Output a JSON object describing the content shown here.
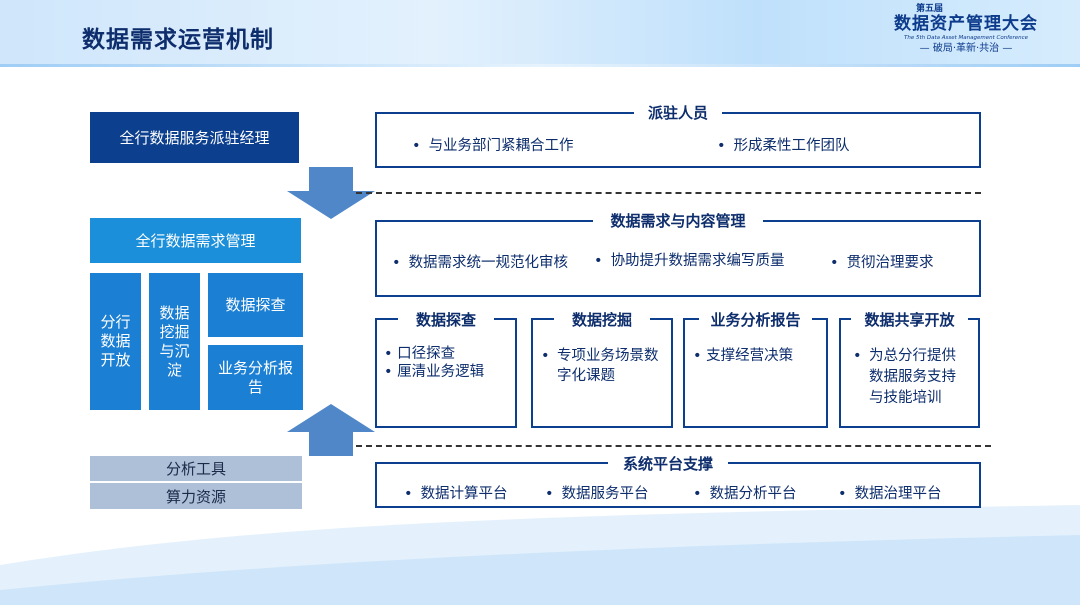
{
  "header": {
    "title": "数据需求运营机制"
  },
  "logo": {
    "edition": "第五届",
    "name": "数据资产管理大会",
    "english": "The 5th Data Asset Management Conference",
    "slogan": "— 破局·革新·共治 —"
  },
  "left": {
    "top_box": "全行数据服务派驻经理",
    "mid_box": "全行数据需求管理",
    "col1": "分行\n数据\n开放",
    "col2": "数据\n挖掘\n与沉\n淀",
    "col3_top": "数据探查",
    "col3_bottom": "业务分析报告",
    "tool1": "分析工具",
    "tool2": "算力资源"
  },
  "panels": {
    "p1": {
      "title": "派驻人员",
      "items": [
        "与业务部门紧耦合工作",
        "形成柔性工作团队"
      ]
    },
    "p2": {
      "title": "数据需求与内容管理",
      "items": [
        "数据需求统一规范化审核",
        "协助提升数据需求编写质量",
        "贯彻治理要求"
      ]
    },
    "sub": [
      {
        "title": "数据探查",
        "items": [
          "口径探查",
          "厘清业务逻辑"
        ]
      },
      {
        "title": "数据挖掘",
        "items": [
          "专项业务场景数\n字化课题"
        ]
      },
      {
        "title": "业务分析报告",
        "items": [
          "支撑经营决策"
        ]
      },
      {
        "title": "数据共享开放",
        "items": [
          "为总分行提供\n数据服务支持\n与技能培训"
        ]
      }
    ],
    "p4": {
      "title": "系统平台支撑",
      "items": [
        "数据计算平台",
        "数据服务平台",
        "数据分析平台",
        "数据治理平台"
      ]
    }
  },
  "bullet": "•",
  "colors": {
    "dark_blue": "#0c3f8e",
    "mid_blue": "#1b8fda",
    "blue": "#1b7fd4",
    "grey": "#aebfd8"
  }
}
